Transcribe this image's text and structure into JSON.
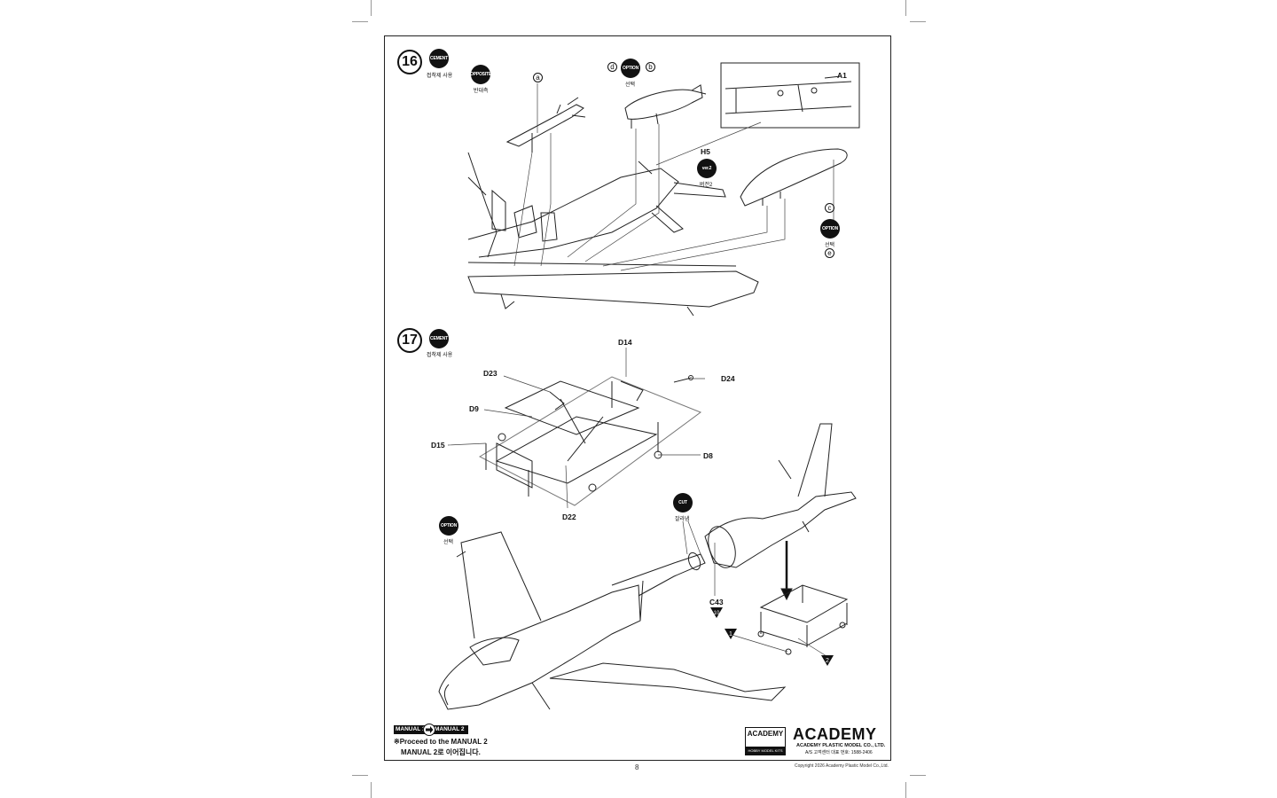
{
  "page_number": "8",
  "copyright": "Copyright 2026 Academy Plastic Model Co.,Ltd.",
  "steps": [
    {
      "number": "16",
      "badges": [
        {
          "label": "CEMENT",
          "caption": "접착제 사용"
        },
        {
          "label": "OPPOSITE",
          "caption": "반대측"
        },
        {
          "label": "OPTION",
          "caption": "선택"
        },
        {
          "label": "ver.2",
          "caption": "버전2"
        },
        {
          "label": "OPTION",
          "caption": "선택"
        }
      ],
      "parts": {
        "a": "a",
        "b": "b",
        "c": "c",
        "d": "d",
        "e": "e",
        "A1": "A1",
        "H5": "H5"
      }
    },
    {
      "number": "17",
      "badges": [
        {
          "label": "CEMENT",
          "caption": "접착제 사용"
        },
        {
          "label": "OPTION",
          "caption": "선택"
        },
        {
          "label": "CUT",
          "caption": "잘라냄"
        }
      ],
      "parts": {
        "D14": "D14",
        "D23": "D23",
        "D24": "D24",
        "D9": "D9",
        "D15": "D15",
        "D8": "D8",
        "D22": "D22",
        "C43": "C43"
      }
    }
  ],
  "marks": {
    "c43_num": "10",
    "tri_a": "1",
    "tri_b": "2"
  },
  "manual": {
    "from": "MANUAL 1",
    "to": "MANUAL 2",
    "line1": "※Proceed to the MANUAL 2",
    "line2": "MANUAL 2로 이어집니다."
  },
  "brand": {
    "small_logo": "ACADEMY",
    "small_sub": "HOBBY MODEL KITS",
    "logo": "ACADEMY",
    "company": "ACADEMY PLASTIC MODEL CO., LTD.",
    "service": "A/S 고객센터 대표 번호: 1588-2406"
  }
}
